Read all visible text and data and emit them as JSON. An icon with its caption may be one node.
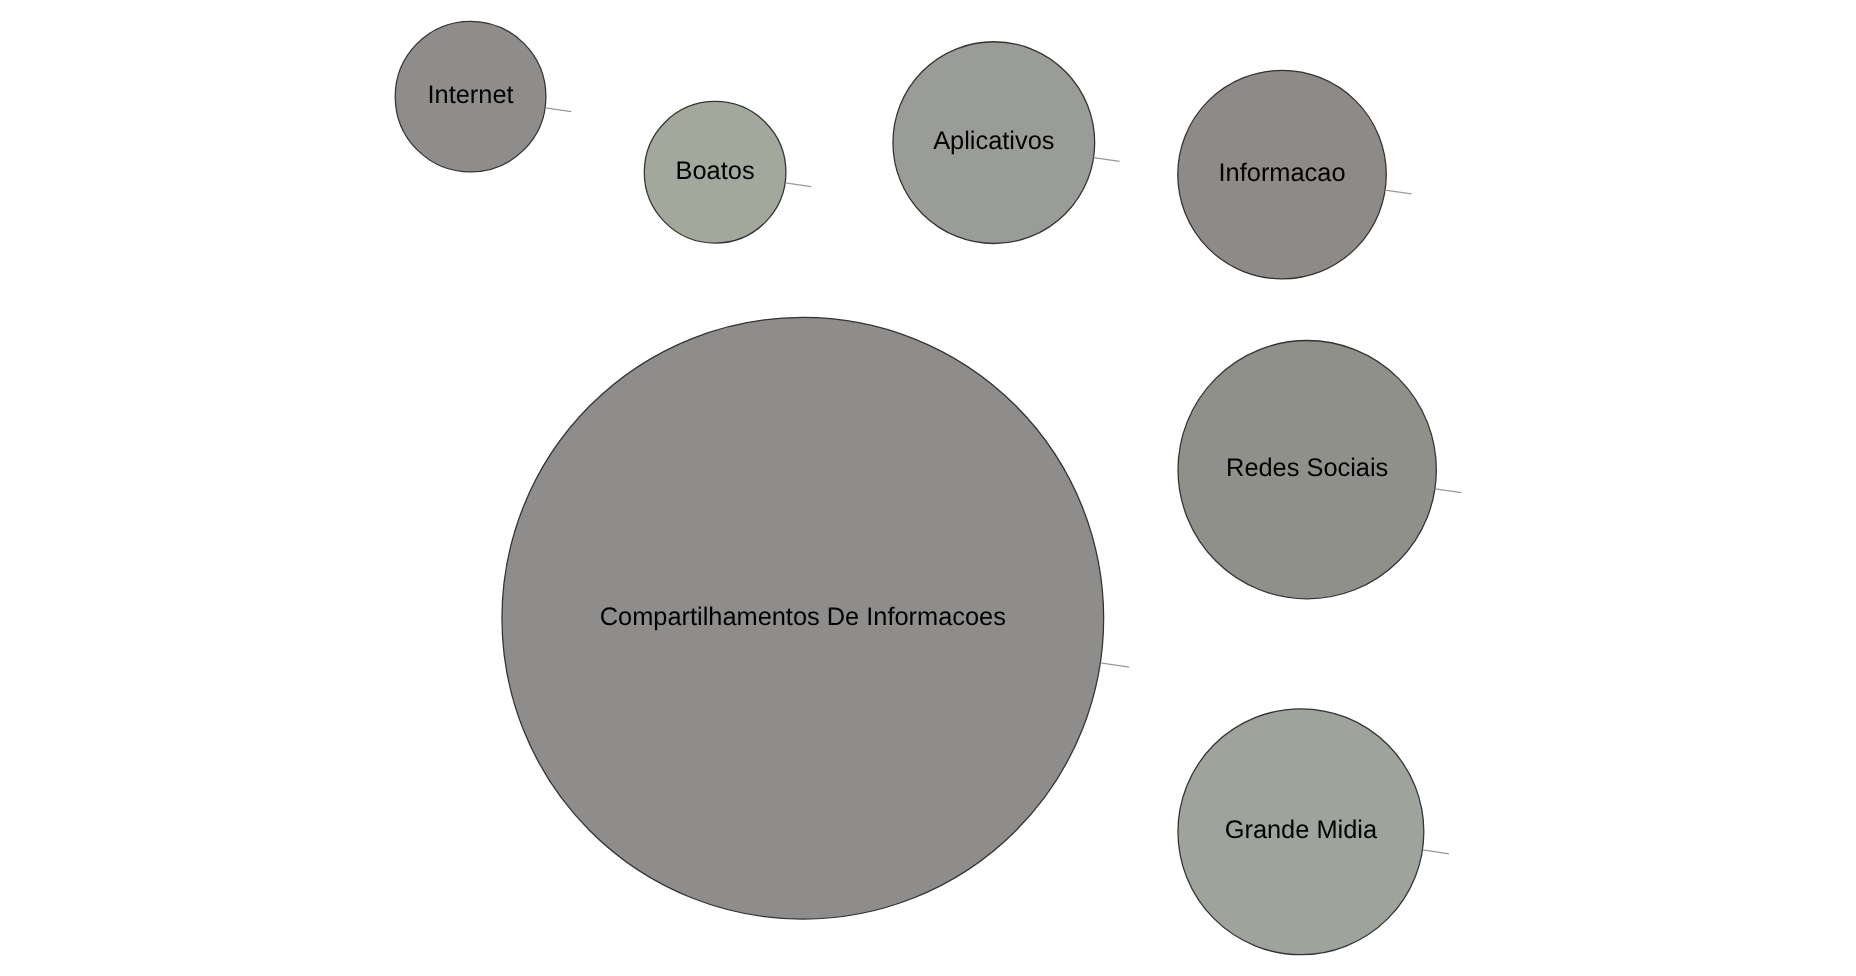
{
  "diagram": {
    "nodes": [
      {
        "text": [
          "Boatos"
        ]
      },
      {
        "text": [
          "Grande Midia"
        ]
      },
      {
        "text": [
          "Redes Sociais"
        ]
      },
      {
        "text": [
          "Informacao"
        ]
      },
      {
        "text": [
          "Compartilhamentos De Informacoes"
        ]
      },
      {
        "text": [
          "Aplicativos"
        ]
      },
      {
        "text": [
          "Internet"
        ]
      }
    ],
    "edges": [
      {
        "from": null,
        "to": 0,
        "arrow": "none"
      },
      {
        "from": null,
        "to": 1,
        "arrow": "none"
      },
      {
        "from": null,
        "to": 2,
        "arrow": "none"
      },
      {
        "from": null,
        "to": 3,
        "arrow": "none"
      },
      {
        "from": null,
        "to": 4,
        "arrow": "none"
      },
      {
        "from": null,
        "to": 5,
        "arrow": "none"
      },
      {
        "from": null,
        "to": 6,
        "arrow": "none"
      }
    ]
  }
}
